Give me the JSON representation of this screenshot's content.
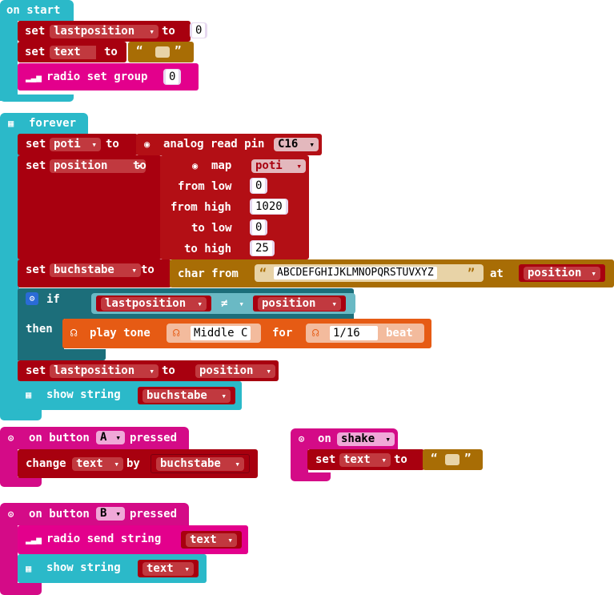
{
  "on_start": {
    "header": "on start",
    "set1": {
      "kw": "set",
      "var": "lastposition",
      "to": "to",
      "value": "0"
    },
    "set2": {
      "kw": "set",
      "var": "text",
      "to": "to",
      "open_quote": "“",
      "close_quote": "”"
    },
    "radio": {
      "label": "radio set group",
      "value": "0"
    }
  },
  "forever": {
    "header": "forever",
    "set_poti": {
      "kw": "set",
      "var": "poti",
      "to": "to",
      "func": "analog read pin",
      "pin": "C16"
    },
    "set_position": {
      "kw": "set",
      "var": "position",
      "to": "to",
      "func": "map",
      "arg": "poti",
      "from_low_label": "from low",
      "from_low": "0",
      "from_high_label": "from high",
      "from_high": "1020",
      "to_low_label": "to low",
      "to_low": "0",
      "to_high_label": "to high",
      "to_high": "25"
    },
    "set_buchstabe": {
      "kw": "set",
      "var": "buchstabe",
      "to": "to",
      "func": "char from",
      "string": "ABCDEFGHIJKLMNOPQRSTUVXYZ",
      "at": "at",
      "index": "position"
    },
    "if_block": {
      "if": "if",
      "left": "lastposition",
      "op": "≠",
      "right": "position",
      "then": "then",
      "play": {
        "label": "play tone",
        "note": "Middle C",
        "for": "for",
        "beat_value": "1/16",
        "beat": "beat"
      }
    },
    "set_last": {
      "kw": "set",
      "var": "lastposition",
      "to": "to",
      "value": "position"
    },
    "show": {
      "label": "show string",
      "value": "buchstabe"
    }
  },
  "button_a": {
    "on": "on button",
    "button": "A",
    "pressed": "pressed",
    "change": {
      "kw": "change",
      "var": "text",
      "by": "by",
      "value": "buchstabe"
    }
  },
  "shake": {
    "on": "on",
    "gesture": "shake",
    "set": {
      "kw": "set",
      "var": "text",
      "to": "to",
      "open_quote": "“",
      "close_quote": "”"
    }
  },
  "button_b": {
    "on": "on button",
    "button": "B",
    "pressed": "pressed",
    "send": {
      "label": "radio send string",
      "value": "text"
    },
    "show": {
      "label": "show string",
      "value": "text"
    }
  },
  "colors": {
    "events": "#2bb9c9",
    "variables": "#a8000f",
    "radio": "#e3008c",
    "pins": "#b30f15",
    "text": "#a86d05",
    "logic": "#1c6e7a",
    "music": "#e65b14",
    "input": "#d40b87"
  }
}
